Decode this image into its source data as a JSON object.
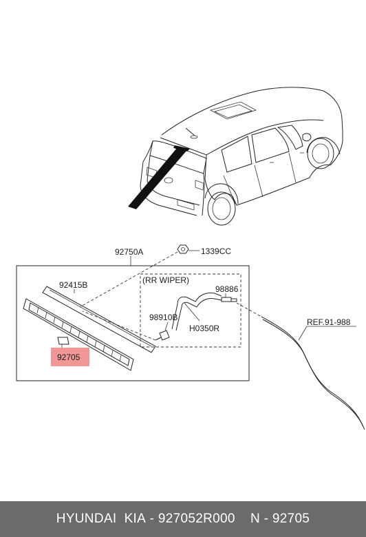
{
  "diagram": {
    "labels": {
      "assembly": "92750A",
      "nut": "1339CC",
      "gasket": "92415B",
      "wiper_group": "(RR WIPER)",
      "connector": "98886",
      "nozzle": "98910B",
      "hose": "H0350R",
      "reference": "REF.91-988",
      "highlighted_part": "92705"
    },
    "highlight_color": "#f08c8c"
  },
  "footer": {
    "brand": "HYUNDAI  KIA",
    "separator1": " - ",
    "part_number": "927052R000",
    "separator2": "    N - ",
    "ref_number": "92705"
  }
}
